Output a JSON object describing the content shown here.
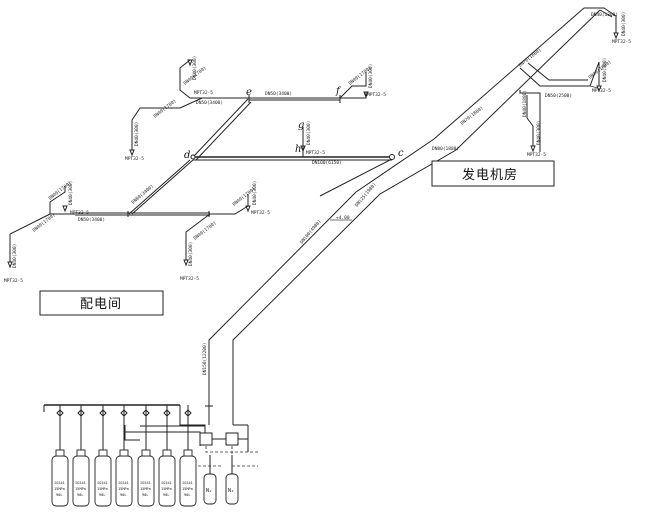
{
  "rooms": {
    "distribution": "配电间",
    "generator": "发电机房"
  },
  "node_labels": {
    "c": "c",
    "d": "d",
    "e": "e",
    "f": "f",
    "g": "g",
    "h": "h"
  },
  "pipe_labels": {
    "main_riser": "DN150(12200)",
    "main_diag_1": "DN100(4980)",
    "main_diag_2": "DN125(1980)",
    "gen_branch": "DN80(1880)",
    "gen_diag": "DN70(1880)",
    "gen_top": "DN40(1300)",
    "gen_top_v": "DN40(300)",
    "gen_mid": "DN50(2500)",
    "gen_mid_a": "DN40(1880)",
    "gen_mid_b": "DN40(300)",
    "gen_low_a": "DN40(1880)",
    "gen_low_b": "DN40(300)",
    "cd": "DN100(6150)",
    "de": "DN80(3400)",
    "e_left": "DN50(3400)",
    "ef": "DN50(3400)",
    "f_v1": "DN40(1700)",
    "f_v2": "DN40(300)",
    "top_left_a": "DN40(1700)",
    "top_left_b": "DN40(300)",
    "top_left_c": "DN40(1700)",
    "top_left_d": "DN40(300)",
    "gh_a": "DN40(300)",
    "d_down": "DN80(3400)",
    "low_left": "DN50(3400)",
    "low_left_a": "DN40(1700)",
    "low_left_b": "DN40(300)",
    "low_left_c": "DN40(1700)",
    "low_left_d": "DN40(300)",
    "low_right_a": "DN40(1700)",
    "low_right_b": "DN40(300)",
    "low_right_c": "DN40(1700)",
    "low_right_d": "DN40(300)",
    "elev": "+4.00"
  },
  "nozzle": "MPT32-5",
  "cylinder": {
    "label_a": "IG541",
    "label_b": "90L",
    "label_c": "15MPa"
  },
  "n2": "N₂"
}
